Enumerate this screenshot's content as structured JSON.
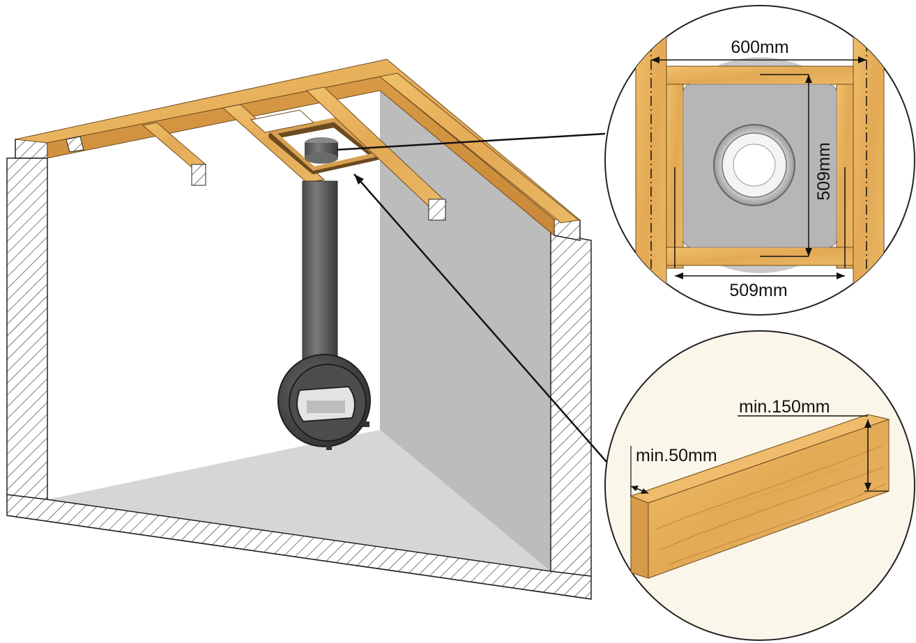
{
  "dimensions": {
    "trimmer_spacing": "600mm",
    "opening_height": "509mm",
    "opening_width": "509mm",
    "min_beam_height": "min.150mm",
    "min_beam_width": "min.50mm"
  },
  "colors": {
    "timber": "#e9b25a",
    "timber_dark": "#c98a3a",
    "timber_edge": "#7a5a2a",
    "plate": "#b9b9b9",
    "wall": "#bfbfbf",
    "floor": "#d3d3d3",
    "stove": "#3c3c3c",
    "flue": "#5a5a5a",
    "hatch": "#333333",
    "callout_bg": "#fbf6ea"
  }
}
